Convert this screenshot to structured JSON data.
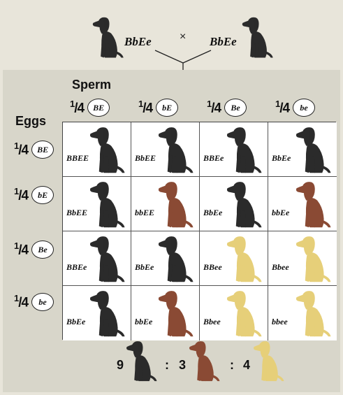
{
  "parents": {
    "left_genotype": "BbEe",
    "cross_symbol": "×",
    "right_genotype": "BbEe"
  },
  "sperm_label": "Sperm",
  "eggs_label": "Eggs",
  "fraction": "1/4",
  "gametes": [
    "BE",
    "bE",
    "Be",
    "be"
  ],
  "grid": [
    [
      {
        "genotype": "BBEE",
        "coat": "black"
      },
      {
        "genotype": "BbEE",
        "coat": "black"
      },
      {
        "genotype": "BBEe",
        "coat": "black"
      },
      {
        "genotype": "BbEe",
        "coat": "black"
      }
    ],
    [
      {
        "genotype": "BbEE",
        "coat": "black"
      },
      {
        "genotype": "bbEE",
        "coat": "chocolate"
      },
      {
        "genotype": "BbEe",
        "coat": "black"
      },
      {
        "genotype": "bbEe",
        "coat": "chocolate"
      }
    ],
    [
      {
        "genotype": "BBEe",
        "coat": "black"
      },
      {
        "genotype": "BbEe",
        "coat": "black"
      },
      {
        "genotype": "BBee",
        "coat": "yellow"
      },
      {
        "genotype": "Bbee",
        "coat": "yellow"
      }
    ],
    [
      {
        "genotype": "BbEe",
        "coat": "black"
      },
      {
        "genotype": "bbEe",
        "coat": "chocolate"
      },
      {
        "genotype": "Bbee",
        "coat": "yellow"
      },
      {
        "genotype": "bbee",
        "coat": "yellow"
      }
    ]
  ],
  "ratio": {
    "black": "9",
    "sep1": ":",
    "chocolate": "3",
    "sep2": ":",
    "yellow": "4"
  },
  "colors": {
    "black": "#2b2b2b",
    "chocolate": "#8a4a34",
    "yellow": "#e6cf79"
  }
}
